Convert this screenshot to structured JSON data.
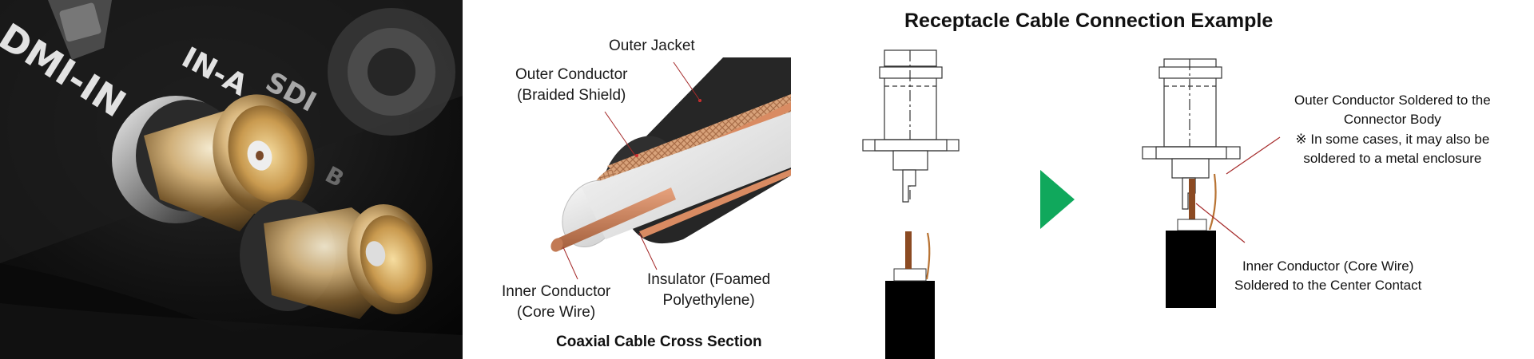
{
  "photo": {
    "panel_labels": [
      "DMI-IN",
      "IN-A",
      "SDI",
      "B"
    ]
  },
  "diagram": {
    "title": "Receptacle Cable Connection Example",
    "cross_section": {
      "caption": "Coaxial Cable Cross Section",
      "labels": {
        "outer_jacket": "Outer Jacket",
        "outer_conductor": [
          "Outer Conductor",
          "(Braided Shield)"
        ],
        "inner_conductor": [
          "Inner Conductor",
          "(Core Wire)"
        ],
        "insulator": [
          "Insulator (Foamed",
          "Polyethylene)"
        ]
      }
    },
    "connection": {
      "outer_note": [
        "Outer Conductor Soldered to the",
        "Connector Body",
        "※ In some cases, it may also be",
        "soldered to a metal enclosure"
      ],
      "inner_note": [
        "Inner Conductor (Core Wire)",
        "Soldered to the Center Contact"
      ]
    },
    "colors": {
      "arrow": "#10a85c",
      "copper": "#c7825a",
      "jacket": "#262626",
      "cable": "#000000",
      "leader": "#a52a2a"
    }
  }
}
